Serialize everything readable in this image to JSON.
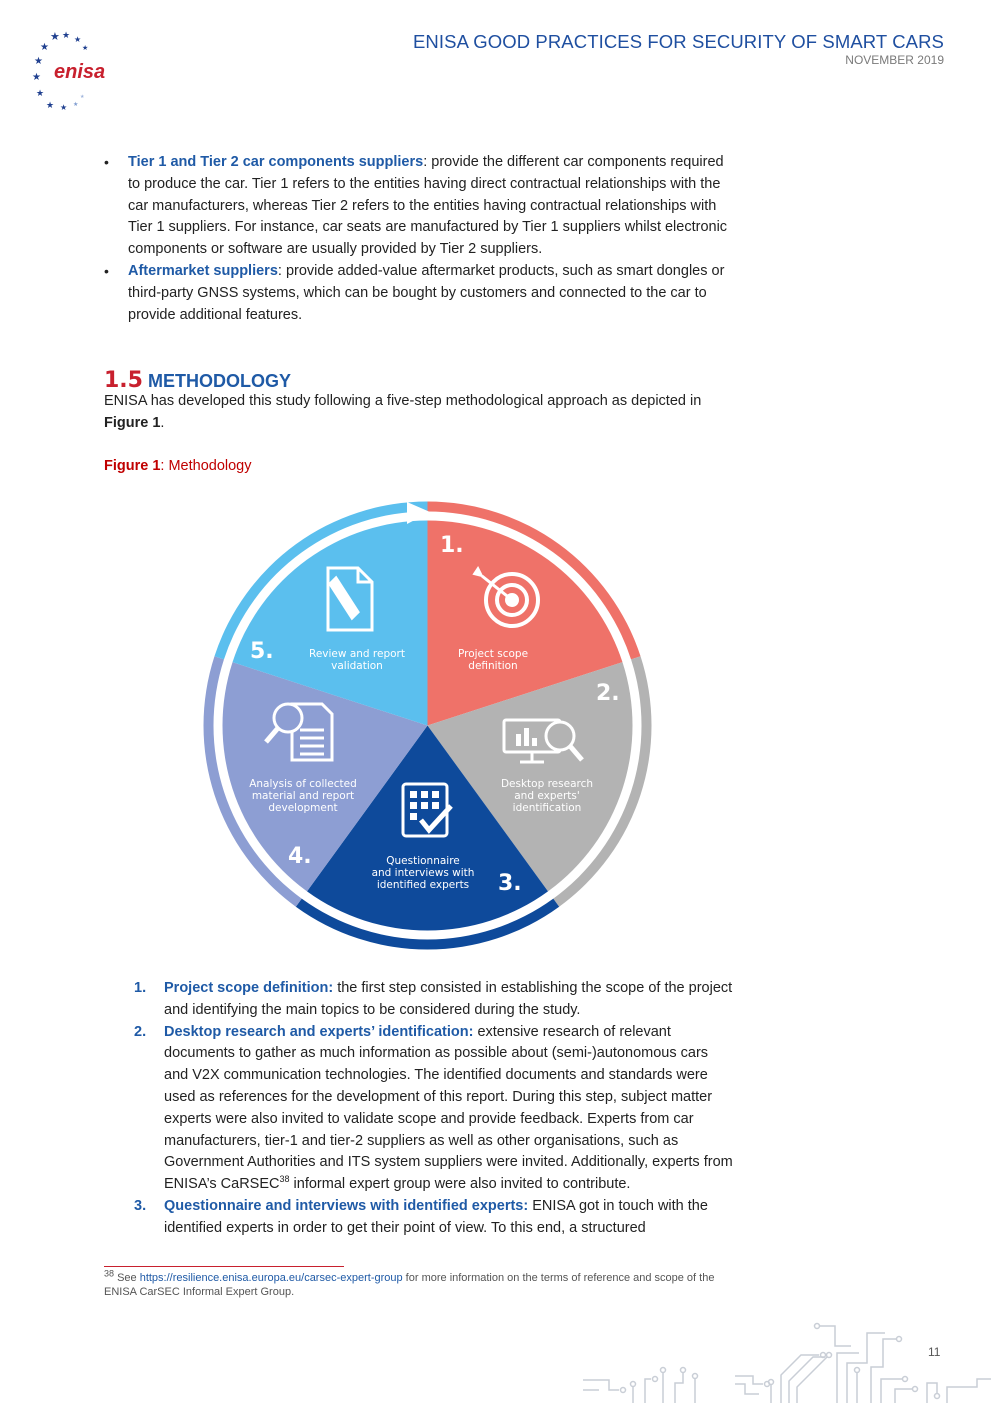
{
  "header": {
    "logo_text": "enisa",
    "title": "ENISA GOOD PRACTICES FOR SECURITY OF SMART CARS",
    "date": "NOVEMBER 2019"
  },
  "bullets": [
    {
      "term": "Tier 1 and Tier 2 car components suppliers",
      "text": ": provide the different car components required to produce the car. Tier 1 refers to the entities having direct contractual relationships with the car manufacturers, whereas Tier 2 refers to the entities having contractual relationships with Tier 1 suppliers. For instance, car seats are manufactured by Tier 1 suppliers whilst electronic components or software are usually provided by Tier 2 suppliers."
    },
    {
      "term": "Aftermarket suppliers",
      "text": ": provide added-value aftermarket products, such as smart dongles or third-party GNSS systems, which can be bought by customers and connected to the car to provide additional features."
    }
  ],
  "section": {
    "number": "1.5",
    "title": "METHODOLOGY",
    "intro": "ENISA has developed this study following a five-step methodological approach as depicted in ",
    "intro_ref": "Figure 1",
    "intro_end": "."
  },
  "figure": {
    "caption_label": "Figure 1",
    "caption_text": ": Methodology",
    "segments": [
      {
        "number": "1.",
        "label_line1": "Project scope",
        "label_line2": "definition",
        "label_line3": "",
        "color": "#ef7269",
        "icon": "target-icon"
      },
      {
        "number": "2.",
        "label_line1": "Desktop research",
        "label_line2": "and experts'",
        "label_line3": "identification",
        "color": "#b3b3b3",
        "icon": "research-icon"
      },
      {
        "number": "3.",
        "label_line1": "Questionnaire",
        "label_line2": "and interviews with",
        "label_line3": "identified experts",
        "color": "#0e4a9b",
        "icon": "checklist-icon"
      },
      {
        "number": "4.",
        "label_line1": "Analysis of collected",
        "label_line2": "material and report",
        "label_line3": "development",
        "color": "#8d9ed3",
        "icon": "analysis-icon"
      },
      {
        "number": "5.",
        "label_line1": "Review and report",
        "label_line2": "validation",
        "label_line3": "",
        "color": "#5bbfee",
        "icon": "document-edit-icon"
      }
    ]
  },
  "steps": [
    {
      "num": "1.",
      "term": "Project scope definition:",
      "text": " the first step consisted in establishing the scope of the project and identifying the main topics to be considered during the study."
    },
    {
      "num": "2.",
      "term": "Desktop research and experts’ identification:",
      "text": " extensive research of relevant documents to gather as much information as possible about (semi-)autonomous cars and V2X communication technologies. The identified documents and standards were used as references for the development of this report. During this step, subject matter experts were also invited to validate scope and provide feedback. Experts from car manufacturers, tier-1 and tier-2 suppliers as well as other organisations, such as Government Authorities and ITS system suppliers were invited. Additionally, experts from ENISA’s CaRSEC",
      "sup": "38",
      "text_after": " informal expert group were also invited to contribute."
    },
    {
      "num": "3.",
      "term": "Questionnaire and interviews with identified experts:",
      "text": " ENISA got in touch with the identified experts in order to get their point of view. To this end, a structured"
    }
  ],
  "footnote": {
    "mark": "38",
    "prefix": " See ",
    "link": "https://resilience.enisa.europa.eu/carsec-expert-group",
    "suffix": " for more information on the terms of reference and scope of the ENISA CarSEC Informal Expert Group."
  },
  "page_number": "11"
}
